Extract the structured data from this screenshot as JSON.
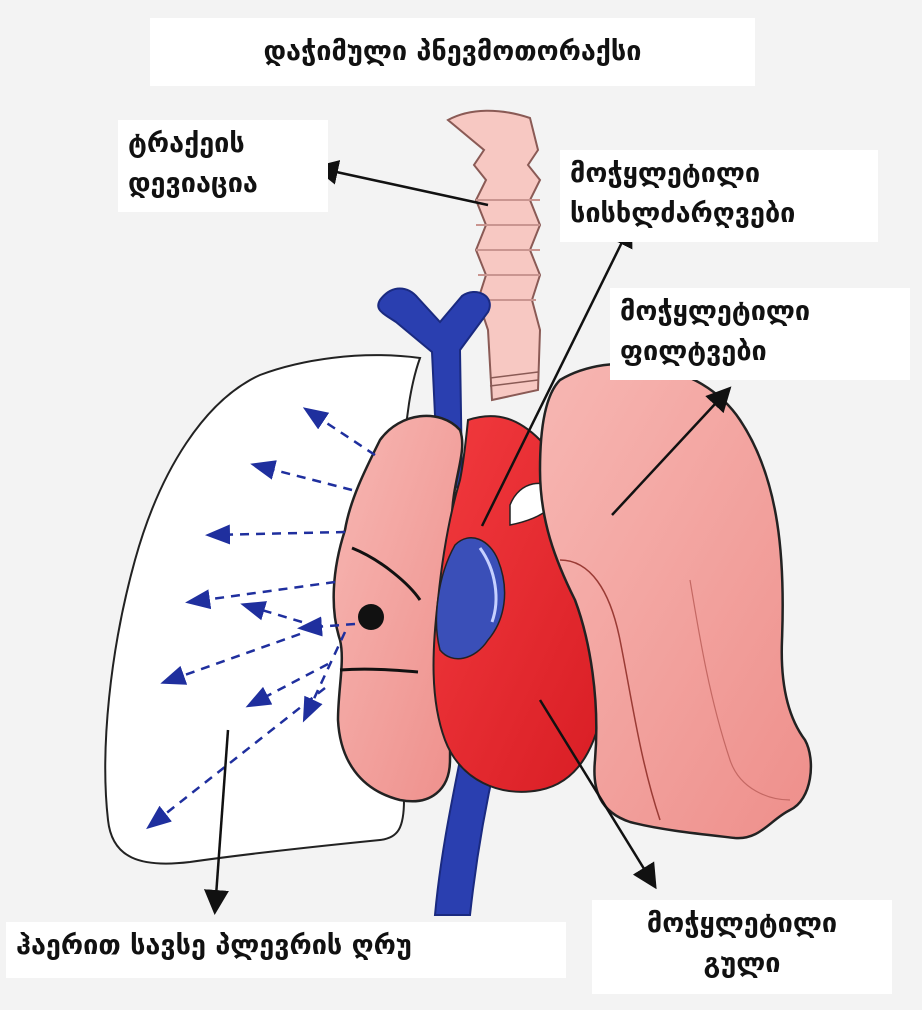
{
  "title": "დაჭიმული პნევმოთორაქსი",
  "labels": {
    "trachea": [
      "ტრაქეის",
      "დევიაცია"
    ],
    "vessels": [
      "მოჭყლეტილი",
      "სისხლძარღვები"
    ],
    "lungs": [
      "მოჭყლეტილი",
      "ფილტვები"
    ],
    "pleural": "ჰაერით სავსე პლევრის ღრუ",
    "heart": [
      "მოჭყლეტილი",
      "გული"
    ]
  },
  "colors": {
    "background": "#f3f3f3",
    "lung": "#f4a3a0",
    "lung_edge": "#b05a55",
    "heart": "#e8262c",
    "vein": "#2a3fb0",
    "trachea": "#f7c8c2",
    "arrow": "#1f2f9e",
    "pointer": "#111111"
  }
}
